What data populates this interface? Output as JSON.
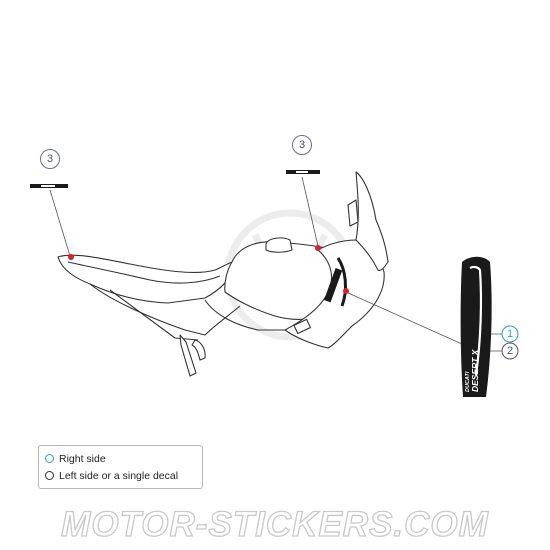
{
  "callouts": {
    "left_decal_number": "3",
    "top_decal_number": "3",
    "right_side_number": "1",
    "left_side_number": "2"
  },
  "decal": {
    "brand": "DUCATI",
    "model": "DESERT X"
  },
  "legend": {
    "right_side_label": "Right side",
    "left_or_single_label": "Left side or a single decal"
  },
  "watermark": {
    "text": "MOTOR-STICKERS.COM"
  },
  "colors": {
    "callout_teal": "#2aa6b8",
    "marker_red": "#d8202a",
    "decal_black": "#1a1a1a",
    "outline_gray": "#333333",
    "watermark_gray": "#c9c9c9"
  }
}
